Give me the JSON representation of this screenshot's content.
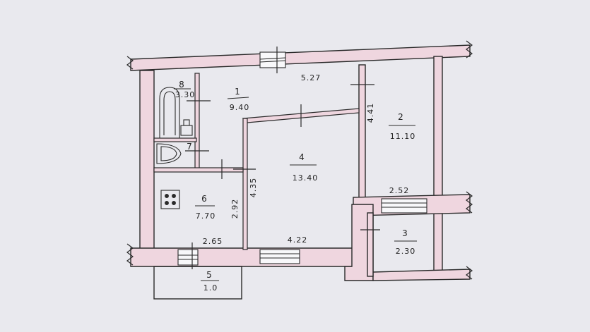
{
  "colors": {
    "paper": "#e9e9ee",
    "wall_fill": "#efd6df",
    "wall_stroke": "#2a2a2a",
    "accent": "#b45a6e"
  },
  "rooms": [
    {
      "number": "1",
      "area": "9.40"
    },
    {
      "number": "2",
      "area": "11.10"
    },
    {
      "number": "3",
      "area": "2.30"
    },
    {
      "number": "4",
      "area": "13.40"
    },
    {
      "number": "5",
      "area": "1.0"
    },
    {
      "number": "6",
      "area": "7.70"
    },
    {
      "number": "7",
      "area": ""
    },
    {
      "number": "8",
      "area": "3.30"
    }
  ],
  "dimensions": {
    "top_wall": "5.27",
    "room2_side": "4.41",
    "room2_bottom": "2.52",
    "room4_side": "4.35",
    "room4_bottom": "4.22",
    "room6_side": "2.92",
    "room6_bottom": "2.65"
  },
  "icons": [
    "bathtub-icon",
    "toilet-icon",
    "sink-icon",
    "stove-icon"
  ]
}
